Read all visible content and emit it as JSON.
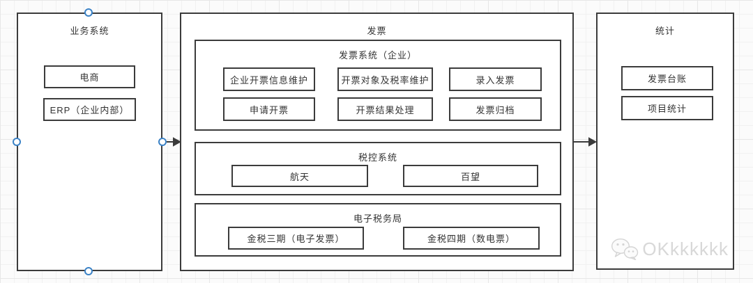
{
  "diagram": {
    "left_panel": {
      "title": "业务系统",
      "items": [
        "电商",
        "ERP（企业内部）"
      ]
    },
    "center_panel": {
      "title": "发票",
      "sections": [
        {
          "title": "发票系统（企业）",
          "rows": [
            [
              "企业开票信息维护",
              "开票对象及税率维护",
              "录入发票"
            ],
            [
              "申请开票",
              "开票结果处理",
              "发票归档"
            ]
          ]
        },
        {
          "title": "税控系统",
          "items": [
            "航天",
            "百望"
          ]
        },
        {
          "title": "电子税务局",
          "items": [
            "金税三期（电子发票）",
            "金税四期（数电票）"
          ]
        }
      ]
    },
    "right_panel": {
      "title": "统计",
      "items": [
        "发票台账",
        "项目统计"
      ]
    },
    "watermark": {
      "icon": "wechat-icon",
      "text": "OKkkkkkk"
    },
    "colors": {
      "border": "#3b3b3b",
      "text": "#333333",
      "connector_handle": "#3b82c6",
      "watermark": "#d8d8d8",
      "grid": "#e7e7e7"
    }
  }
}
